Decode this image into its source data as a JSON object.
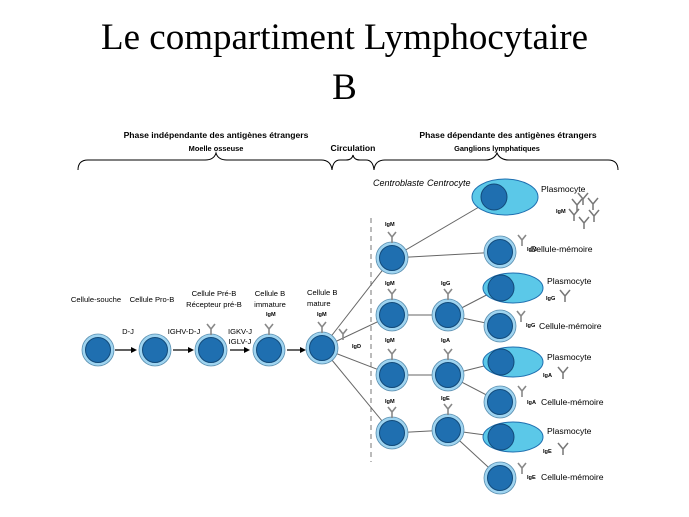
{
  "title": {
    "line1": "Le compartiment Lymphocytaire",
    "line2": "B"
  },
  "phases": {
    "independent": {
      "title": "Phase indépendante des antigènes étrangers",
      "sub": "Moelle osseuse"
    },
    "circulation": {
      "title": "Circulation"
    },
    "dependent": {
      "title": "Phase dépendante des antigènes étrangers",
      "sub": "Ganglions lymphatiques"
    }
  },
  "germinal": {
    "centroblaste": "Centroblaste",
    "centrocyte": "Centrocyte"
  },
  "stages": {
    "souche": "Cellule-souche",
    "prob": "Cellule Pro-B",
    "preb": "Cellule Pré-B",
    "preb_rec": "Récepteur pré-B",
    "immature_1": "Cellule B",
    "immature_2": "immature",
    "mature_1": "Cellule B",
    "mature_2": "mature"
  },
  "rearrangements": {
    "dj": "D-J",
    "vdj": "IGHV-D-J",
    "kappa": "IGKV-J",
    "lambda": "IGLV-J"
  },
  "isotypes": {
    "igm": "IgM",
    "igd": "IgD",
    "igg": "IgG",
    "iga": "IgA",
    "ige": "IgE"
  },
  "outcomes": {
    "plasmocyte": "Plasmocyte",
    "memoire": "Cellule-mémoire"
  },
  "colors": {
    "cell": "#1f6fb0",
    "cell_ring": "#9fd4f0",
    "plasma": "#5bc8e8",
    "igm": "#e2302a",
    "igg": "#3aa63a",
    "iga": "#3a4fb0",
    "ige": "#d02a90",
    "igd": "#222222"
  }
}
